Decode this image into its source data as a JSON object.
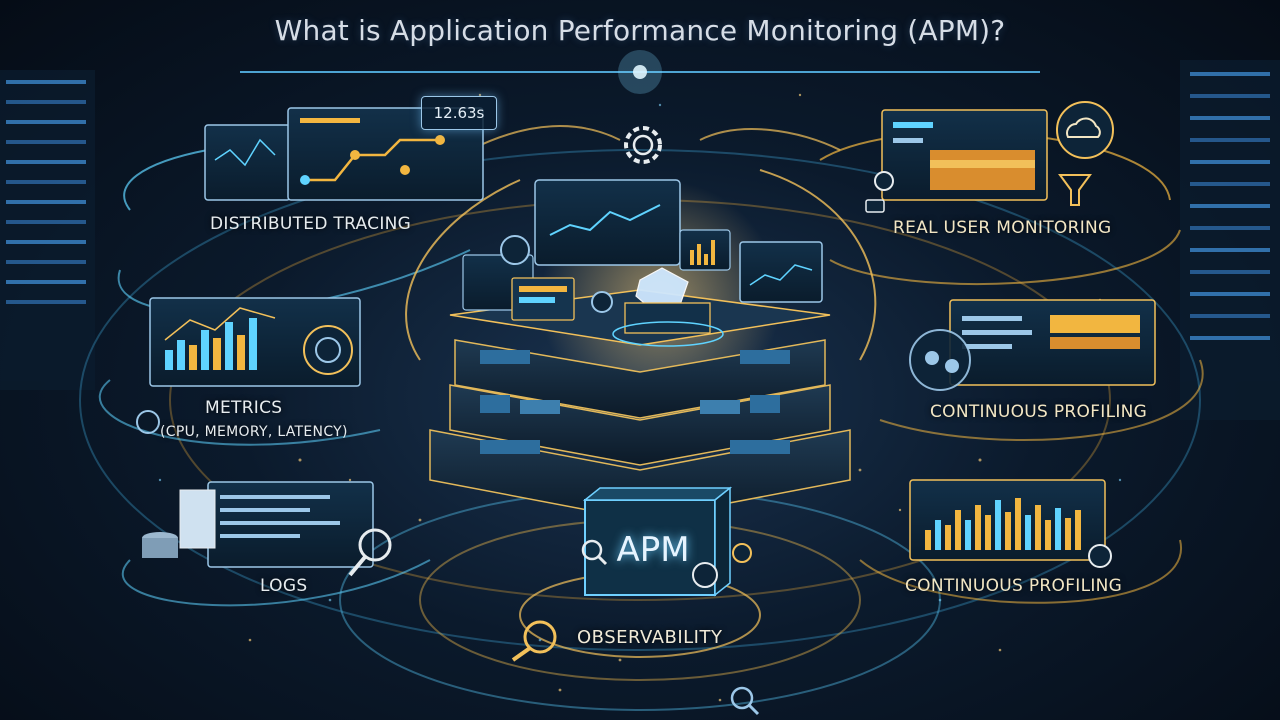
{
  "title": "What is Application Performance Monitoring (APM)?",
  "timer": "12.63s",
  "labels": {
    "distributed_tracing": "DISTRIBUTED TRACING",
    "real_user_monitoring": "REAL USER MONITORING",
    "metrics": "METRICS",
    "metrics_sub": "(CPU, MEMORY, LATENCY)",
    "continuous_profiling_1": "CONTINUOUS PROFILING",
    "logs": "LOGS",
    "continuous_profiling_2": "CONTINUOUS PROFILING",
    "apm": "APM",
    "observability": "OBSERVABILITY"
  },
  "colors": {
    "cyan": "#5fd3ff",
    "gold": "#f2b640",
    "panel": "#0e2236"
  },
  "icons": [
    "gear-icon",
    "cloud-icon",
    "funnel-icon",
    "magnifier-icon",
    "gauge-icon",
    "database-icon",
    "document-icon",
    "users-icon"
  ]
}
